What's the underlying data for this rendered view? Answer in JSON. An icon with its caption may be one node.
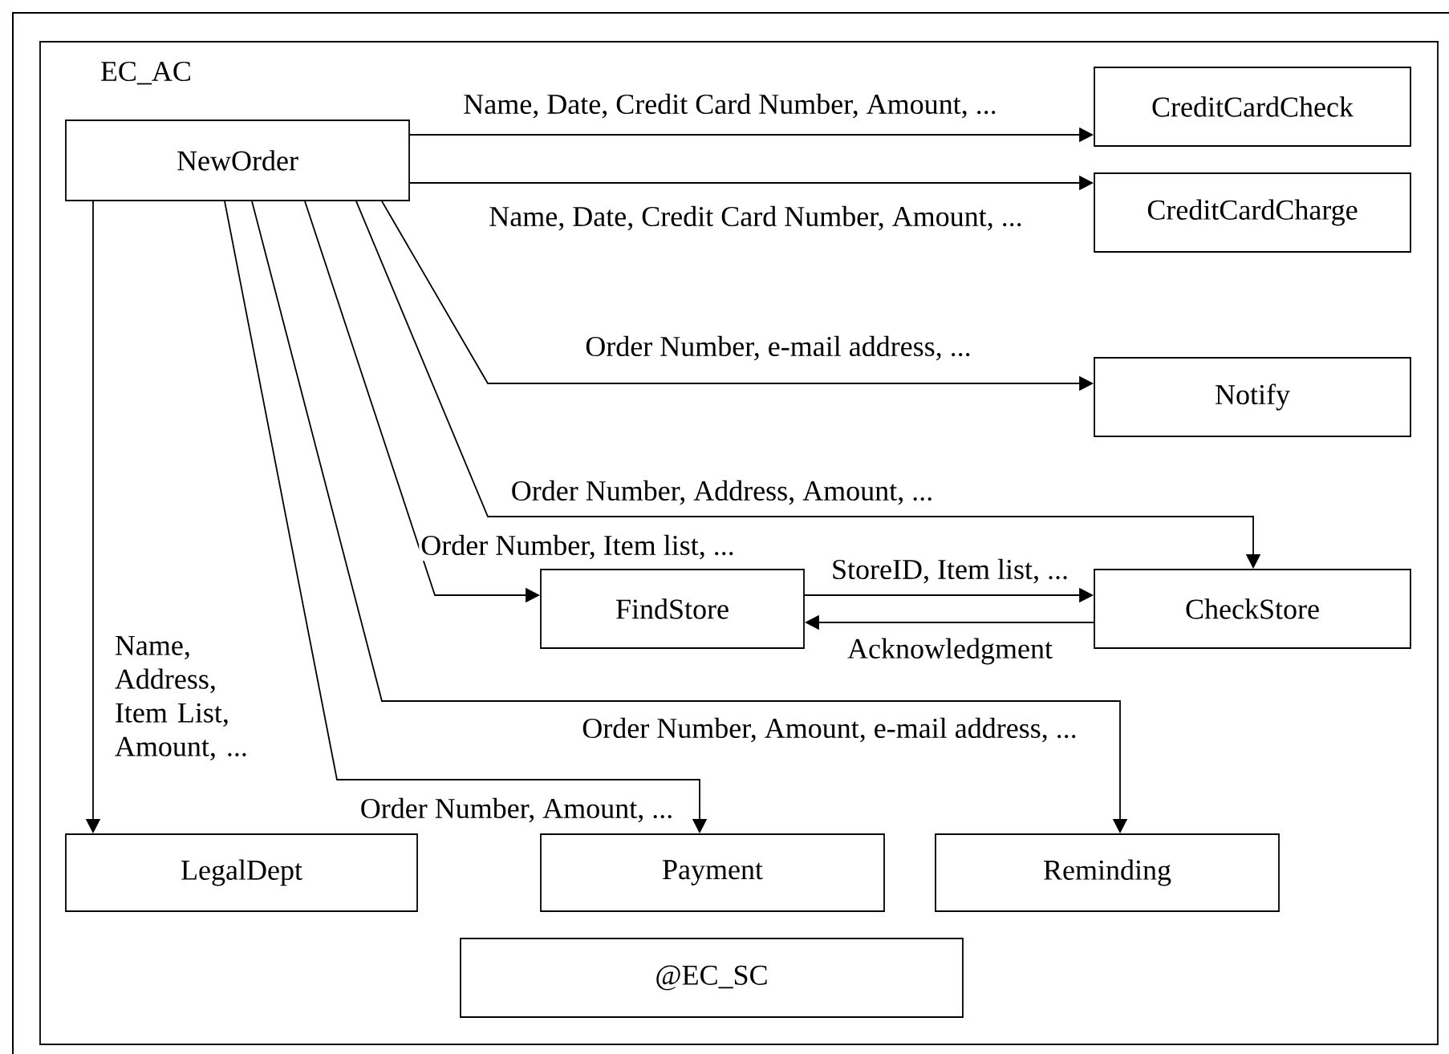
{
  "diagram": {
    "nodes": [
      {
        "text": [
          "EC_AC"
        ]
      },
      {
        "text": [
          "NewOrder"
        ],
        "in": 0
      },
      {
        "text": [
          "CreditCardCheck"
        ],
        "in": 0
      },
      {
        "text": [
          "CreditCardCharge"
        ],
        "in": 0
      },
      {
        "text": [
          "Notify"
        ],
        "in": 0
      },
      {
        "text": [
          "CheckStore"
        ],
        "in": 0
      },
      {
        "text": [
          "FindStore"
        ],
        "in": 0
      },
      {
        "text": [
          "LegalDept"
        ],
        "in": 0
      },
      {
        "text": [
          "Payment"
        ],
        "in": 0
      },
      {
        "text": [
          "Reminding"
        ],
        "in": 0
      },
      {
        "text": [
          "@EC_SC"
        ],
        "in": 0
      }
    ],
    "edges": [
      {
        "from": 1,
        "to": 2,
        "arrow": "to",
        "label": "Name, Date, Credit Card Number, Amount, ..."
      },
      {
        "from": 1,
        "to": 3,
        "arrow": "to",
        "label": "Name, Date, Credit Card Number, Amount, ..."
      },
      {
        "from": 1,
        "to": 4,
        "arrow": "to",
        "label": "Order Number, e-mail address, ..."
      },
      {
        "from": 1,
        "to": 5,
        "arrow": "to",
        "label": "Order Number, Address, Amount, ..."
      },
      {
        "from": 1,
        "to": 6,
        "arrow": "to",
        "label": "Order Number, Item list, ..."
      },
      {
        "from": 6,
        "to": 5,
        "arrow": "to",
        "label": "StoreID, Item list, ..."
      },
      {
        "from": 5,
        "to": 6,
        "arrow": "to",
        "label": "Acknowledgment"
      },
      {
        "from": 1,
        "to": 9,
        "arrow": "to",
        "label": "Order Number, Amount, e-mail address, ..."
      },
      {
        "from": 1,
        "to": 8,
        "arrow": "to",
        "label": "Order Number, Amount, ..."
      },
      {
        "from": 1,
        "to": 7,
        "arrow": "to",
        "label": "Name, Address, Item List, Amount, ..."
      }
    ]
  }
}
